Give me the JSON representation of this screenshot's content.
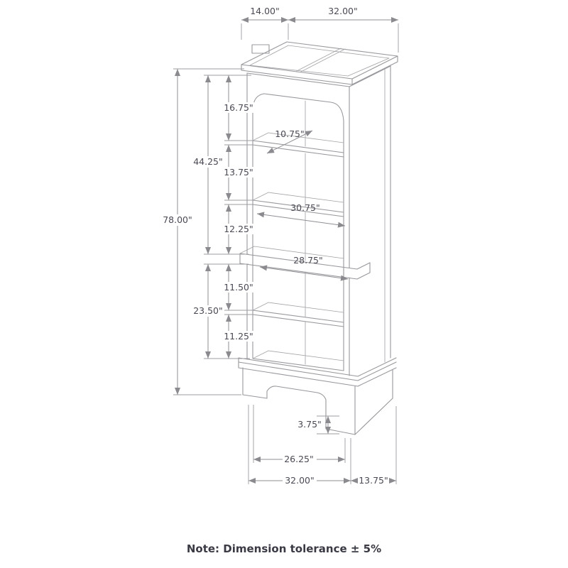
{
  "diagram": {
    "note": "Note: Dimension tolerance ± 5%",
    "top": {
      "depth": "14.00\"",
      "width": "32.00\""
    },
    "left": {
      "overall_height": "78.00\"",
      "upper_section": "44.25\"",
      "lower_section": "23.50\""
    },
    "openings": {
      "o1": "16.75\"",
      "o2": "13.75\"",
      "o3": "12.25\"",
      "o4": "11.50\"",
      "o5": "11.25\""
    },
    "interior": {
      "depth": "10.75\"",
      "upper_width": "30.75\"",
      "lower_width": "28.75\""
    },
    "base": {
      "foot_height": "3.75\"",
      "front_width": "26.25\""
    },
    "bottom": {
      "width": "32.00\"",
      "depth": "13.75\""
    }
  }
}
